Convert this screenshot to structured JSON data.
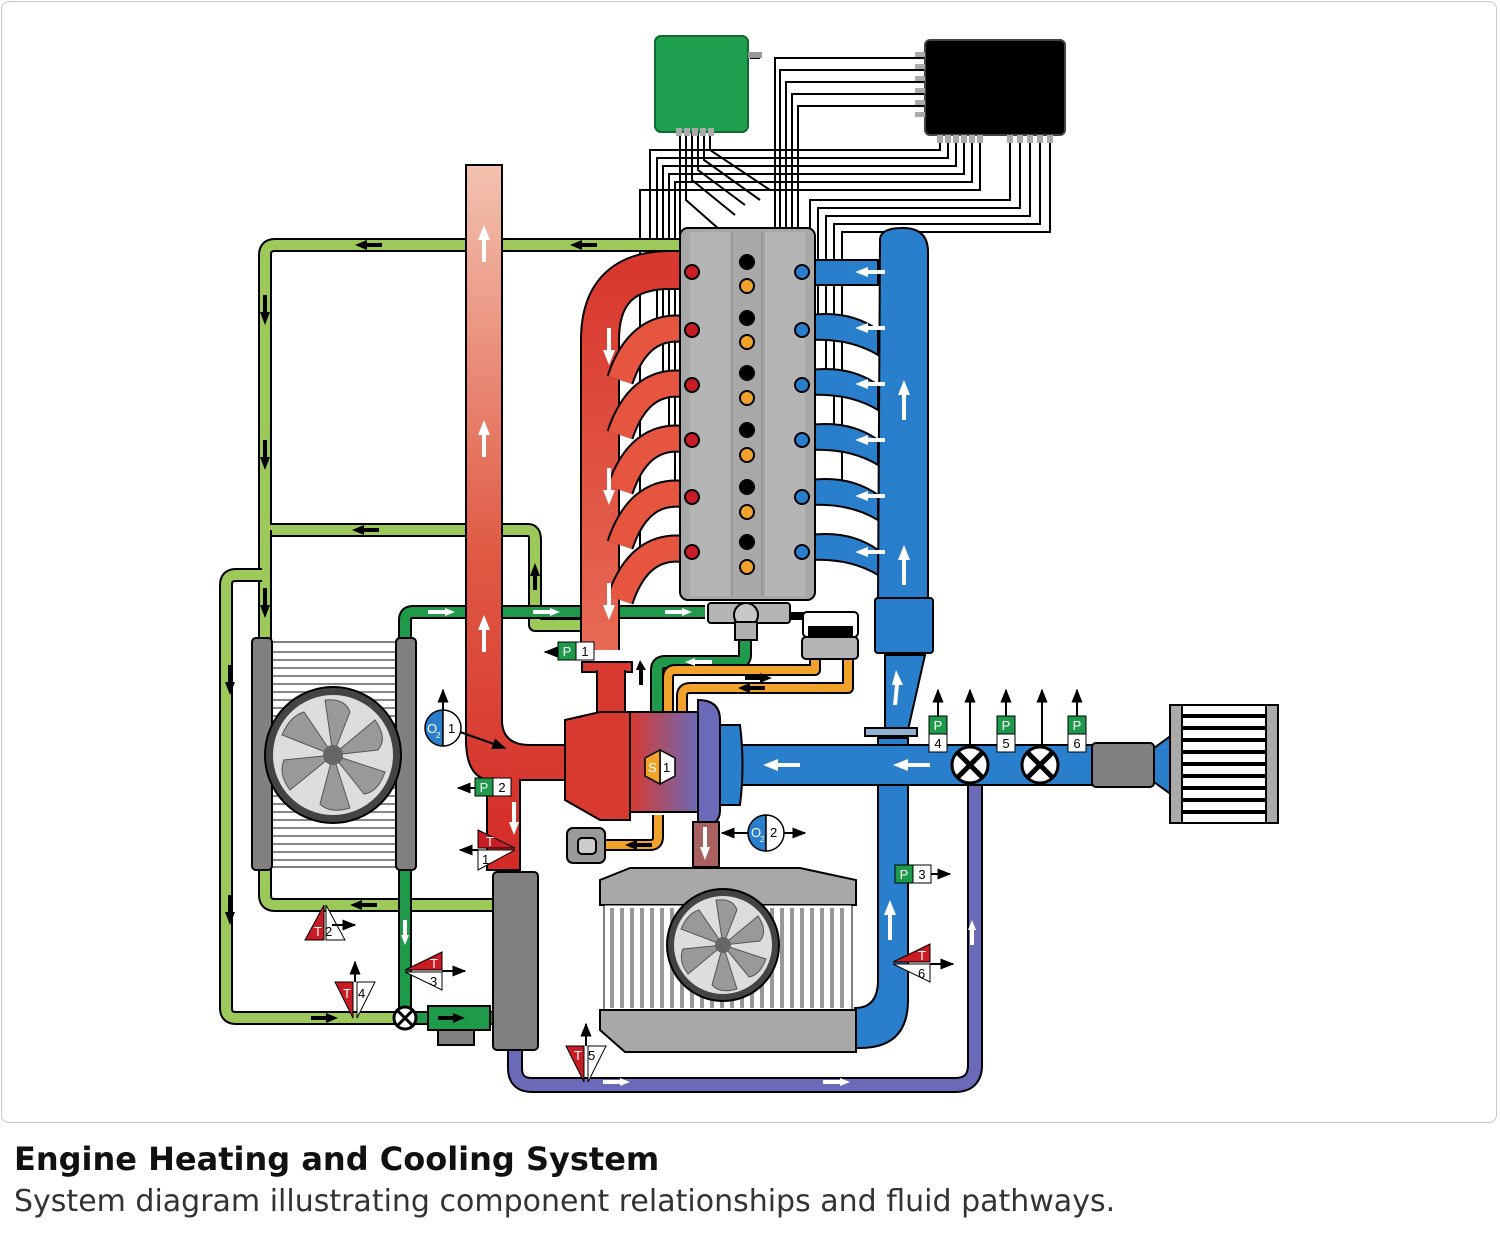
{
  "caption": {
    "title": "Engine Heating and Cooling System",
    "subtitle": "System diagram illustrating component relationships and fluid pathways."
  },
  "colors": {
    "green_light": "#9dc95a",
    "green_dark": "#1f9a4b",
    "red": "#d83a30",
    "blue": "#2a7fcc",
    "purple": "#6a6ab8",
    "orange": "#f0a22a",
    "gray": "#8a8a8a"
  },
  "sensors": {
    "P": {
      "letter": "P",
      "items": [
        "1",
        "2",
        "3",
        "4",
        "5",
        "6"
      ]
    },
    "T": {
      "letter": "T",
      "items": [
        "1",
        "2",
        "3",
        "4",
        "5",
        "6"
      ]
    },
    "O2": {
      "letter": "O",
      "sub": "2",
      "items": [
        "1",
        "2"
      ]
    },
    "S": {
      "letter": "S",
      "items": [
        "1"
      ]
    }
  }
}
